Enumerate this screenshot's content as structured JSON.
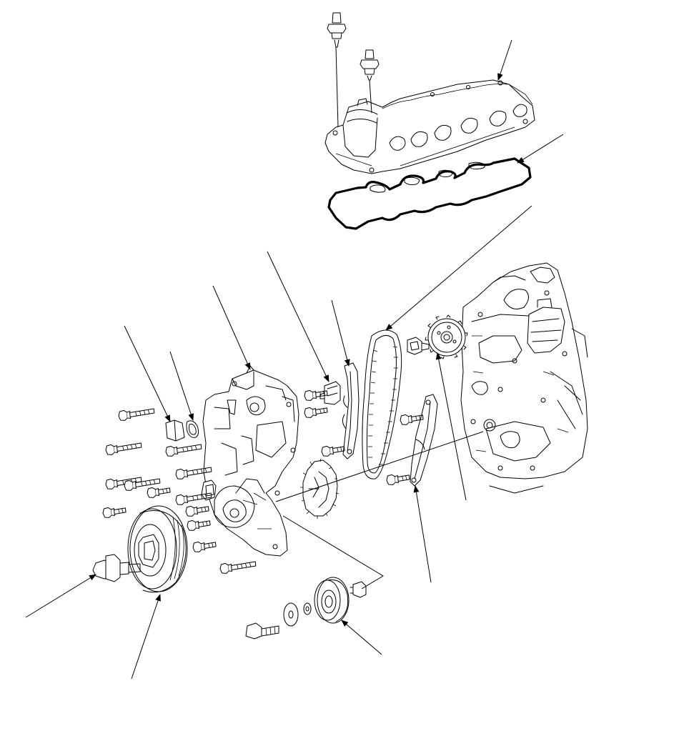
{
  "diagram": {
    "kind": "exploded-parts-view",
    "labels": [],
    "parts": [
      "cylinder-head-cover",
      "cylinder-head-cover-gasket",
      "cover-stud-bolts",
      "cam-chain",
      "cam-sprocket",
      "chain-tensioner",
      "chain-tensioner-arm",
      "chain-guide",
      "timing-chain-case",
      "oil-seal",
      "cap-plug",
      "o-ring",
      "crank-sprocket",
      "crankshaft-pulley",
      "crankshaft-pulley-bolt",
      "idler-pulley",
      "idler-pulley-bolt",
      "engine-block",
      "flange-bolts"
    ]
  }
}
